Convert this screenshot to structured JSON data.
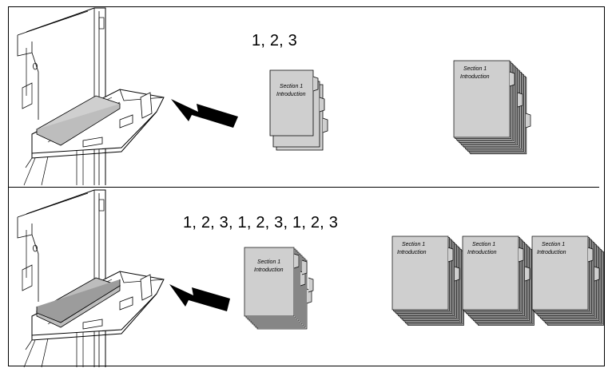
{
  "top_panel": {
    "sequence_label": "1, 2, 3",
    "small_stack_label": [
      "Section 1",
      "Introduction"
    ],
    "large_stack_label": [
      "Section 1",
      "Introduction"
    ]
  },
  "bottom_panel": {
    "sequence_label": "1, 2, 3, 1, 2, 3, 1, 2, 3",
    "small_stack_label": [
      "Section 1",
      "Introduction"
    ],
    "large_stacks": [
      {
        "label": [
          "Section 1",
          "Introduction"
        ]
      },
      {
        "label": [
          "Section 1",
          "Introduction"
        ]
      },
      {
        "label": [
          "Section 1",
          "Introduction"
        ]
      }
    ]
  },
  "colors": {
    "sheet_fill": "#cfcfcf",
    "line": "#000000",
    "background": "#ffffff"
  },
  "icons": {
    "arrow": "feed-direction-arrow-icon",
    "printer": "bypass-tray-printer-icon"
  }
}
